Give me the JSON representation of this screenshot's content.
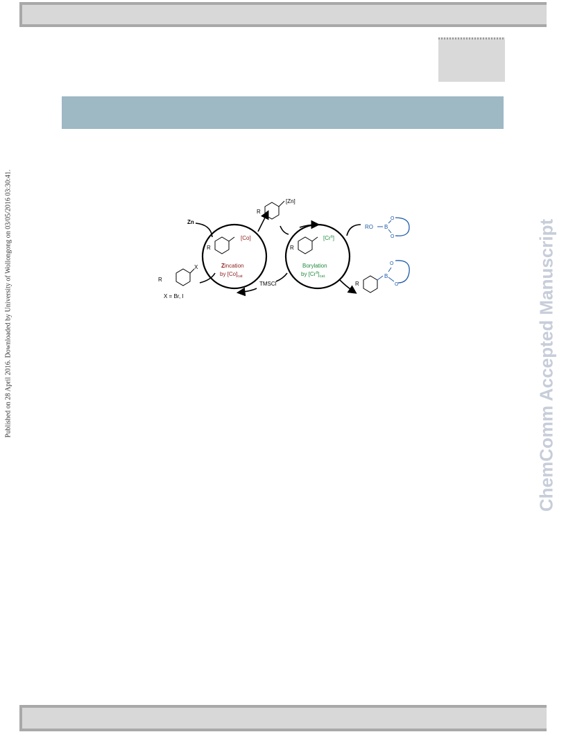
{
  "side_note": "Published on 28 April 2016. Downloaded by University of Wollongong on 03/05/2016 03:30:41.",
  "watermark": "ChemComm Accepted Manuscript",
  "scheme": {
    "zinc_reagent": "Zn",
    "aryl_halide_R": "R",
    "aryl_halide_X": "X",
    "halide_note": "X = Br, I",
    "cobalt_intermediate_R": "R",
    "cobalt_label": "[Co]",
    "zincation_title_first": "Z",
    "zincation_title_rest": "incation",
    "zincation_by": "by [Co]",
    "zincation_sub": "cat",
    "arylzinc_R": "R",
    "arylzinc_label": "[Zn]",
    "chromium_intermediate_R": "R",
    "chromium_label": "[Cr",
    "chromium_sup": "II",
    "chromium_close": "]",
    "borylation_title": "Borylation",
    "borylation_by": "by [Cr",
    "borylation_sup": "II",
    "borylation_close": "]",
    "borylation_sub": "cat.",
    "tmscl": "TMSCl",
    "boron_reagent_RO": "RO",
    "boron_reagent_B": "B",
    "boron_reagent_O1": "O",
    "boron_reagent_O2": "O",
    "product_R": "R",
    "product_B": "B",
    "product_O1": "O",
    "product_O2": "O"
  },
  "colors": {
    "cobalt": "#8b1a1a",
    "chromium": "#1e8a3c",
    "boron": "#1f5aa6",
    "banner": "#9eb8c4",
    "watermark": "#c7cdd9"
  }
}
